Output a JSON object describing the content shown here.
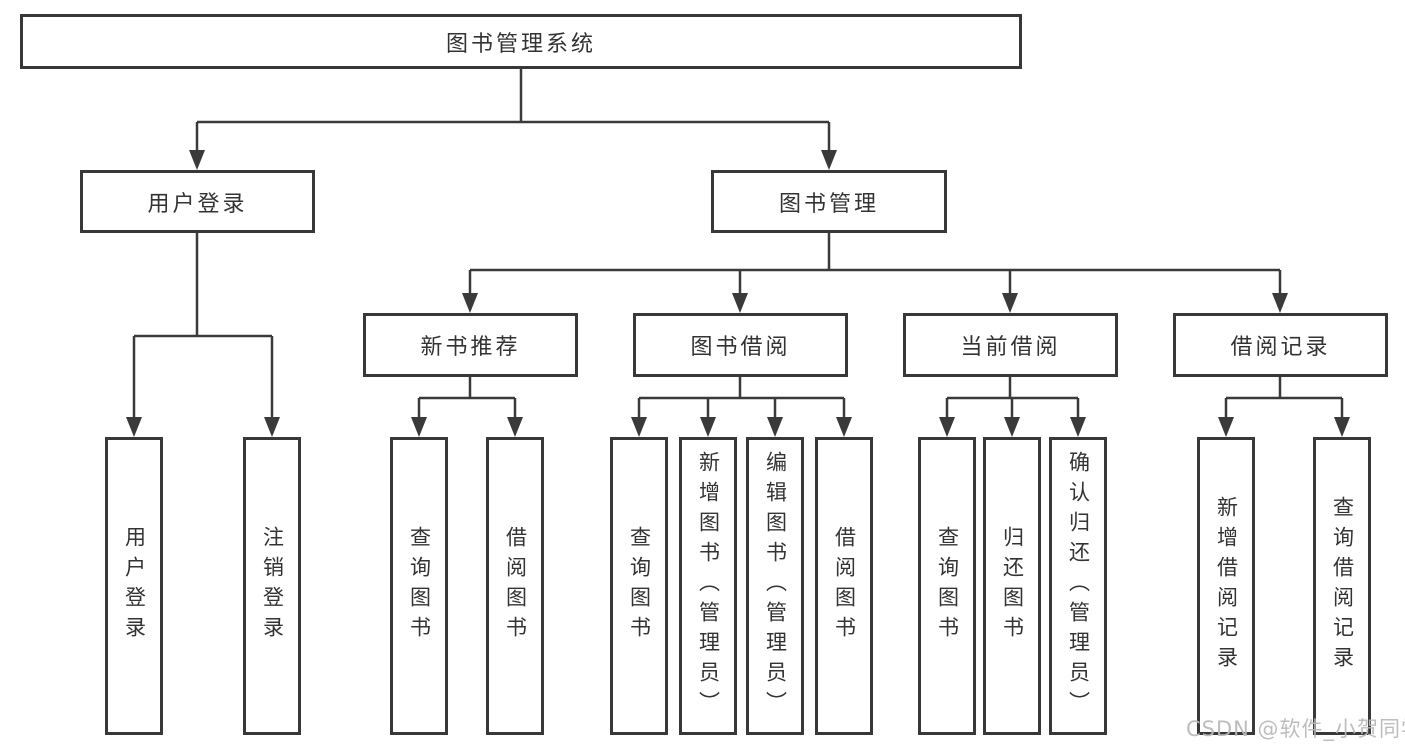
{
  "diagram": {
    "type": "hierarchy-tree",
    "background_color": "#ffffff",
    "line_color": "#3a3a3a",
    "border_color": "#383838",
    "text_color": "#333333"
  },
  "nodes": {
    "root": {
      "label": "图书管理系统"
    },
    "user_login": {
      "label": "用户登录"
    },
    "book_management": {
      "label": "图书管理"
    },
    "new_book_recommend": {
      "label": "新书推荐"
    },
    "book_borrowing": {
      "label": "图书借阅"
    },
    "current_borrowing": {
      "label": "当前借阅"
    },
    "borrowing_records": {
      "label": "借阅记录"
    },
    "leaf_user_login": {
      "label": "用户登录"
    },
    "leaf_logout": {
      "label": "注销登录"
    },
    "leaf_nbr_query": {
      "label": "查询图书"
    },
    "leaf_nbr_borrow": {
      "label": "借阅图书"
    },
    "leaf_bb_query": {
      "label": "查询图书"
    },
    "leaf_bb_add": {
      "label": "新增图书（管理员）"
    },
    "leaf_bb_edit": {
      "label": "编辑图书（管理员）"
    },
    "leaf_bb_borrow": {
      "label": "借阅图书"
    },
    "leaf_cb_query": {
      "label": "查询图书"
    },
    "leaf_cb_return": {
      "label": "归还图书"
    },
    "leaf_cb_confirm": {
      "label": "确认归还（管理员）"
    },
    "leaf_br_add": {
      "label": "新增借阅记录"
    },
    "leaf_br_query": {
      "label": "查询借阅记录"
    }
  },
  "hierarchy": {
    "root": [
      "user_login",
      "book_management"
    ],
    "user_login": [
      "leaf_user_login",
      "leaf_logout"
    ],
    "book_management": [
      "new_book_recommend",
      "book_borrowing",
      "current_borrowing",
      "borrowing_records"
    ],
    "new_book_recommend": [
      "leaf_nbr_query",
      "leaf_nbr_borrow"
    ],
    "book_borrowing": [
      "leaf_bb_query",
      "leaf_bb_add",
      "leaf_bb_edit",
      "leaf_bb_borrow"
    ],
    "current_borrowing": [
      "leaf_cb_query",
      "leaf_cb_return",
      "leaf_cb_confirm"
    ],
    "borrowing_records": [
      "leaf_br_add",
      "leaf_br_query"
    ]
  },
  "watermark": {
    "text": "CSDN @软件_小贺同学",
    "color": "#b9b9b9"
  }
}
